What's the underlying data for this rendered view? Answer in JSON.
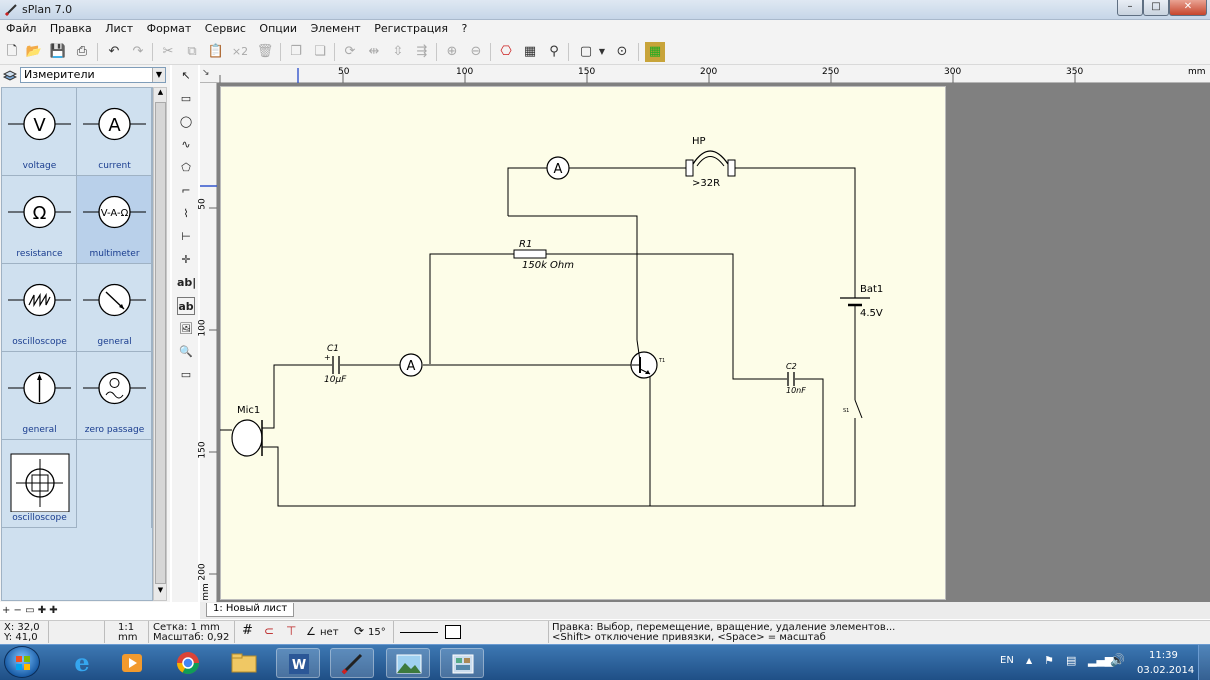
{
  "window": {
    "title": "sPlan 7.0",
    "minimize": "–",
    "maximize": "□",
    "close": "✕"
  },
  "menu": [
    "Файл",
    "Правка",
    "Лист",
    "Формат",
    "Сервис",
    "Опции",
    "Элемент",
    "Регистрация",
    "?"
  ],
  "toolbar": {
    "x2_label": "×2"
  },
  "library": {
    "selected": "Измерители",
    "items": [
      {
        "label": "voltage",
        "symbol": "V"
      },
      {
        "label": "current",
        "symbol": "A"
      },
      {
        "label": "resistance",
        "symbol": "Ω"
      },
      {
        "label": "multimeter",
        "symbol": "V-A-Ω"
      },
      {
        "label": "oscilloscope",
        "symbol": "zigzag"
      },
      {
        "label": "general",
        "symbol": "needle"
      },
      {
        "label": "general",
        "symbol": "needle-up"
      },
      {
        "label": "zero passage",
        "symbol": "zero"
      },
      {
        "label": "oscilloscope",
        "symbol": "crosshair"
      }
    ],
    "bottom_tools": "+ − ▭ ✚ ✚"
  },
  "ruler": {
    "h_labels": [
      "50",
      "100",
      "150",
      "200",
      "250",
      "300",
      "350"
    ],
    "h_unit": "mm",
    "v_labels": [
      "50",
      "100",
      "150",
      "200"
    ],
    "v_unit": "mm"
  },
  "schematic": {
    "hp_label": "HP",
    "hp_value": ">32R",
    "r1_label": "R1",
    "r1_value": "150k Ohm",
    "bat_label": "Bat1",
    "bat_value": "4.5V",
    "c1_label": "C1",
    "c1_value": "10µF",
    "c2_label": "C2",
    "c2_value": "10nF",
    "mic_label": "Mic1",
    "ammeter_symbol": "A",
    "transistor_label": "T1",
    "switch_label": "S1"
  },
  "sheet_tab": "1: Новый лист",
  "status": {
    "x": "X: 32,0",
    "y": "Y: 41,0",
    "scale_ratio": "1:1",
    "scale_unit": "mm",
    "grid": "Сетка: 1 mm",
    "zoom": "Масштаб:  0,92",
    "angle_mode": "нет",
    "rotation": "15°",
    "hint_line1": "Правка: Выбор, перемещение, вращение, удаление элементов...",
    "hint_line2": "<Shift> отключение привязки, <Space> = масштаб"
  },
  "taskbar": {
    "lang": "EN",
    "time": "11:39",
    "date": "03.02.2014"
  },
  "colors": {
    "sheet": "#fdfde8",
    "library_bg": "#cfe0ef",
    "label_blue": "#1a3d8f",
    "taskbar": "#2a5f98"
  }
}
